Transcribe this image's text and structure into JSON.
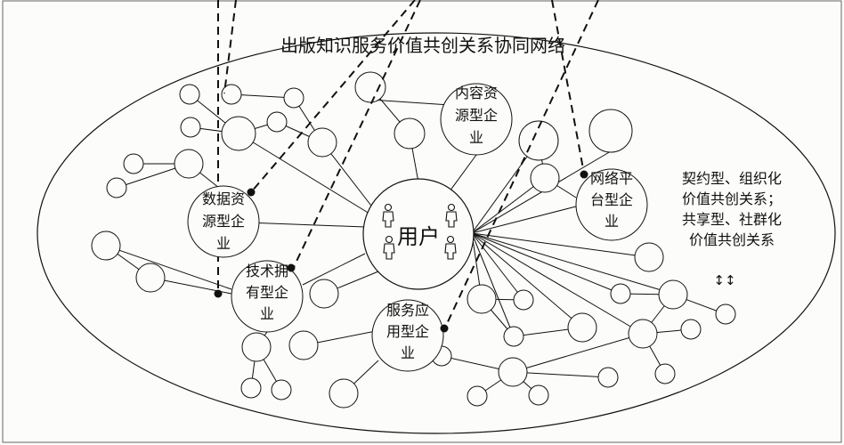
{
  "diagram": {
    "title": "出版知识服务价值共创关系协同网络",
    "center_node": {
      "label": "用户"
    },
    "enterprise_nodes": [
      {
        "id": "content",
        "lines": [
          "内容资",
          "源型企",
          "业"
        ]
      },
      {
        "id": "data",
        "lines": [
          "数据资",
          "源型企",
          "业"
        ]
      },
      {
        "id": "tech",
        "lines": [
          "技术拥",
          "有型企",
          "业"
        ]
      },
      {
        "id": "service",
        "lines": [
          "服务应",
          "用型企",
          "业"
        ]
      },
      {
        "id": "platform",
        "lines": [
          "网络平",
          "台型企",
          "业"
        ]
      }
    ],
    "legend": {
      "lines": [
        "契约型、组织化",
        "价值共创关系；",
        "共享型、社群化",
        "价值共创关系"
      ],
      "mark": "↕↕"
    }
  },
  "colors": {
    "stroke": "#111111",
    "background": "#fcfcfa"
  }
}
